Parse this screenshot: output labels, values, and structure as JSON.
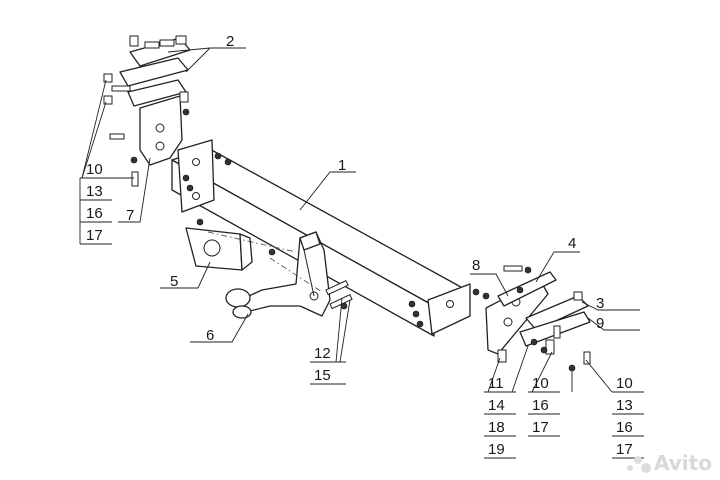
{
  "callouts": {
    "c1": "1",
    "c2": "2",
    "c3": "3",
    "c4": "4",
    "c5": "5",
    "c6": "6",
    "c7": "7",
    "c8": "8",
    "c9": "9",
    "left_stack": [
      "10",
      "13",
      "16",
      "17"
    ],
    "center_stack": [
      "12",
      "15"
    ],
    "rb1_stack": [
      "11",
      "14",
      "18",
      "19"
    ],
    "rb2_stack": [
      "10",
      "16",
      "17"
    ],
    "rb3_stack": [
      "10",
      "13",
      "16",
      "17"
    ]
  },
  "watermark": {
    "text": "Avito"
  }
}
